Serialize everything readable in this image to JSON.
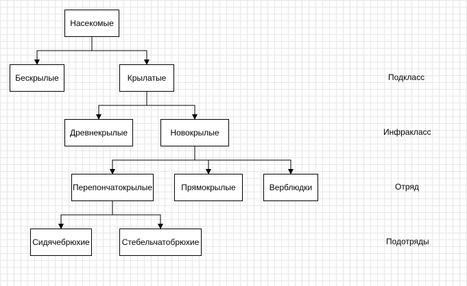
{
  "nodes": {
    "insects": "Насекомые",
    "wingless": "Бескрылые",
    "winged": "Крылатые",
    "ancient_winged": "Древнекрылые",
    "new_winged": "Новокрылые",
    "hymenoptera": "Перепончатокрылые",
    "orthoptera": "Прямокрылые",
    "raphidioptera": "Верблюдки",
    "symphyta": "Сидячебрюхие",
    "apocrita": "Стебельчатобрюхие"
  },
  "levels": {
    "subclass": "Подкласс",
    "infraclass": "Инфракласс",
    "order": "Отряд",
    "suborders": "Подотряды"
  },
  "colors": {
    "stroke": "#000000",
    "node_fill": "#ffffff",
    "grid": "#e6e6e6"
  },
  "edges": [
    [
      "insects",
      "wingless"
    ],
    [
      "insects",
      "winged"
    ],
    [
      "winged",
      "ancient_winged"
    ],
    [
      "winged",
      "new_winged"
    ],
    [
      "new_winged",
      "hymenoptera"
    ],
    [
      "new_winged",
      "orthoptera"
    ],
    [
      "new_winged",
      "raphidioptera"
    ],
    [
      "hymenoptera",
      "symphyta"
    ],
    [
      "hymenoptera",
      "apocrita"
    ]
  ]
}
